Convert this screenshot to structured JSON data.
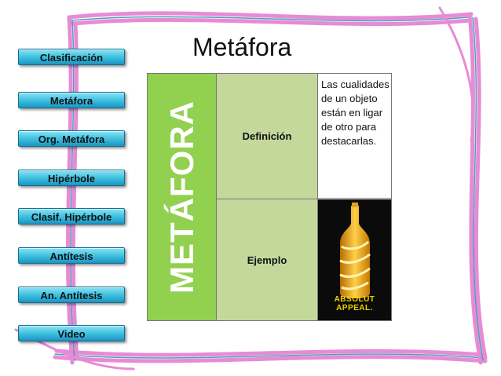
{
  "nav": {
    "items": [
      {
        "label": "Clasificación"
      },
      {
        "label": "Metáfora"
      },
      {
        "label": "Org. Metáfora"
      },
      {
        "label": "Hipérbole"
      },
      {
        "label": "Clasif.  Hipérbole"
      },
      {
        "label": "Antítesis"
      },
      {
        "label": "An. Antítesis"
      },
      {
        "label": "Video"
      }
    ]
  },
  "slide": {
    "title": "Metáfora",
    "table": {
      "vertical_label": "METÁFORA",
      "row1_label": "Definición",
      "row1_text": "Las cualidades de un objeto están en ligar de otro para destacarlas.",
      "row2_label": "Ejemplo",
      "row2_image_text": "ABSOLUT APPEAL."
    }
  },
  "colors": {
    "button_fill": "#39bedf",
    "vertical_cell": "#92d050",
    "label_cell": "#c4d89c",
    "frame_pink": "#e88ad6",
    "frame_teal": "#4aa0b6"
  },
  "icons": {
    "product": "absolut-bottle-icon"
  }
}
